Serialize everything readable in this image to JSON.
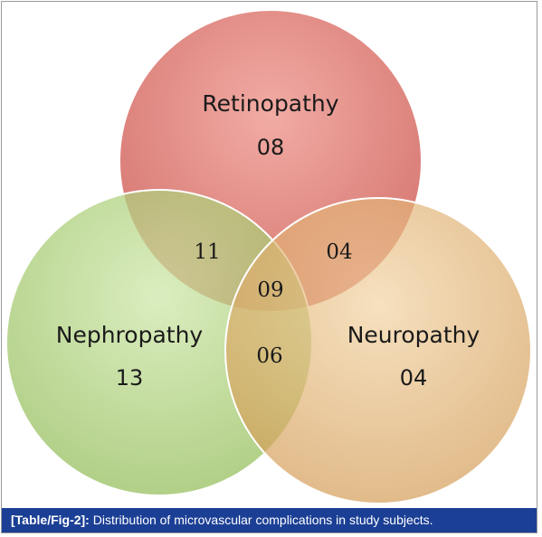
{
  "sets": {
    "retinopathy": {
      "label": "Retinopathy",
      "only": "08",
      "color": "#d9736b"
    },
    "nephropathy": {
      "label": "Nephropathy",
      "only": "13",
      "color": "#a9cf73"
    },
    "neuropathy": {
      "label": "Neuropathy",
      "only": "04",
      "color": "#deb06a"
    }
  },
  "overlaps": {
    "retinopathy_nephropathy": "11",
    "retinopathy_neuropathy": "04",
    "nephropathy_neuropathy": "06",
    "all_three": "09"
  },
  "caption": {
    "label": "[Table/Fig-2]:",
    "text": " Distribution of microvascular complications in study subjects.",
    "background": "#1b3f95"
  }
}
